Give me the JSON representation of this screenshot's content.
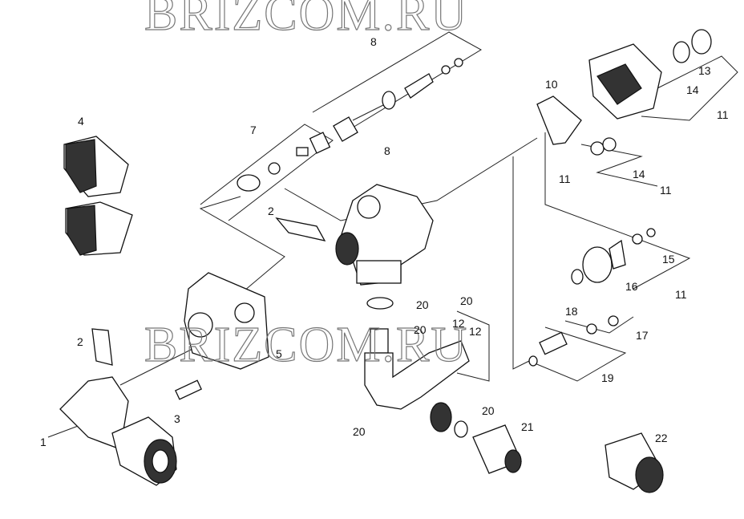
{
  "watermarks": [
    "BRIZCOM.RU",
    "BRIZCOM.RU"
  ],
  "labels": [
    "8",
    "13",
    "14",
    "11",
    "10",
    "11",
    "4",
    "7",
    "8",
    "14",
    "11",
    "2",
    "15",
    "11",
    "16",
    "20",
    "20",
    "20",
    "12",
    "12",
    "18",
    "17",
    "19",
    "2",
    "5",
    "3",
    "1",
    "20",
    "20",
    "21",
    "22"
  ]
}
